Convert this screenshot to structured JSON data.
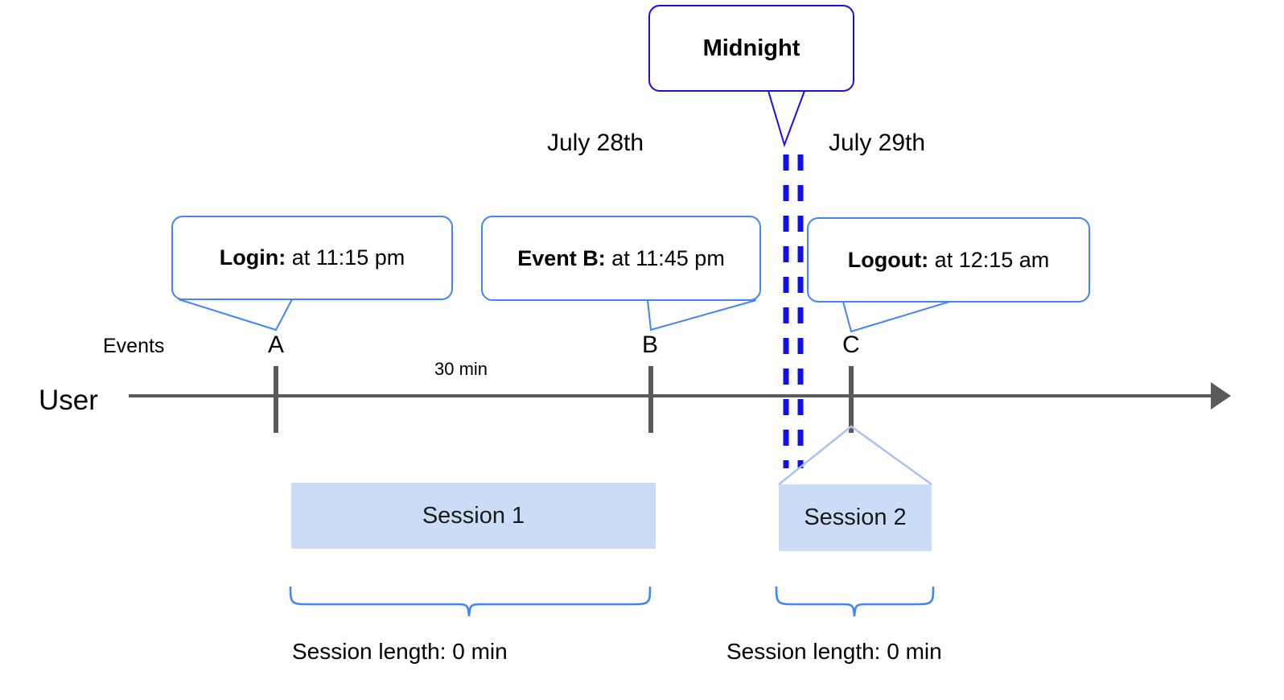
{
  "diagram": {
    "title": "User session timeline across midnight",
    "colors": {
      "callout_border": "#4285F4",
      "midnight_border": "#1A0FE0",
      "midnight_dashed": "#1010E8",
      "session_fill": "#CBDCF7",
      "axis": "#5A5A5A",
      "brace": "#4285F4",
      "text": "#000000"
    }
  },
  "midnight_callout": {
    "label": "Midnight"
  },
  "dates": [
    {
      "label": "July 28th"
    },
    {
      "label": "July 29th"
    }
  ],
  "event_callouts": [
    {
      "bold": "Login:",
      "rest": " at 11:15 pm",
      "anchor": "A"
    },
    {
      "bold": "Event B:",
      "rest": " at 11:45 pm",
      "anchor": "B"
    },
    {
      "bold": "Logout:",
      "rest": " at 12:15 am",
      "anchor": "C"
    }
  ],
  "axis": {
    "row_label": "User",
    "events_label": "Events",
    "interval_label": "30 min",
    "ticks": [
      {
        "label": "A"
      },
      {
        "label": "B"
      },
      {
        "label": "C"
      }
    ]
  },
  "sessions": [
    {
      "label": "Session 1",
      "length_label": "Session length: 0 min"
    },
    {
      "label": "Session 2",
      "length_label": "Session length: 0 min"
    }
  ]
}
